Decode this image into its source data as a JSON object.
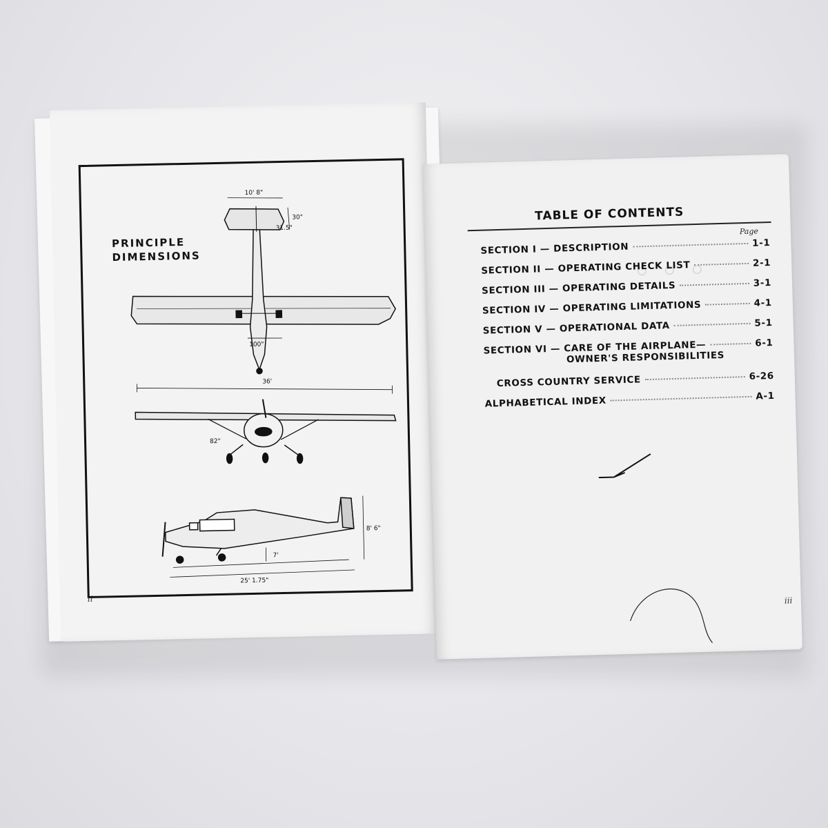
{
  "left_page": {
    "heading_line1": "PRINCIPLE",
    "heading_line2": "DIMENSIONS",
    "dimensions": [
      "10' 8\"",
      "30\"",
      "31.5\"",
      "100\"",
      "36'",
      "82\"",
      "8' 6\"",
      "7'",
      "25' 1.75\""
    ],
    "page_number": "ii"
  },
  "right_page": {
    "title": "TABLE OF CONTENTS",
    "page_column_label": "Page",
    "entries": [
      {
        "title": "SECTION I — DESCRIPTION",
        "page": "1-1"
      },
      {
        "title": "SECTION II — OPERATING CHECK LIST",
        "page": "2-1"
      },
      {
        "title": "SECTION III — OPERATING DETAILS",
        "page": "3-1"
      },
      {
        "title": "SECTION IV — OPERATING LIMITATIONS",
        "page": "4-1"
      },
      {
        "title": "SECTION V — OPERATIONAL DATA",
        "page": "5-1"
      },
      {
        "title": "SECTION VI — CARE OF THE AIRPLANE—",
        "subtitle": "OWNER'S RESPONSIBILITIES",
        "page": "6-1"
      },
      {
        "title": "CROSS COUNTRY SERVICE",
        "page": "6-26"
      },
      {
        "title": "ALPHABETICAL INDEX",
        "page": "A-1"
      }
    ],
    "page_number": "iii"
  }
}
